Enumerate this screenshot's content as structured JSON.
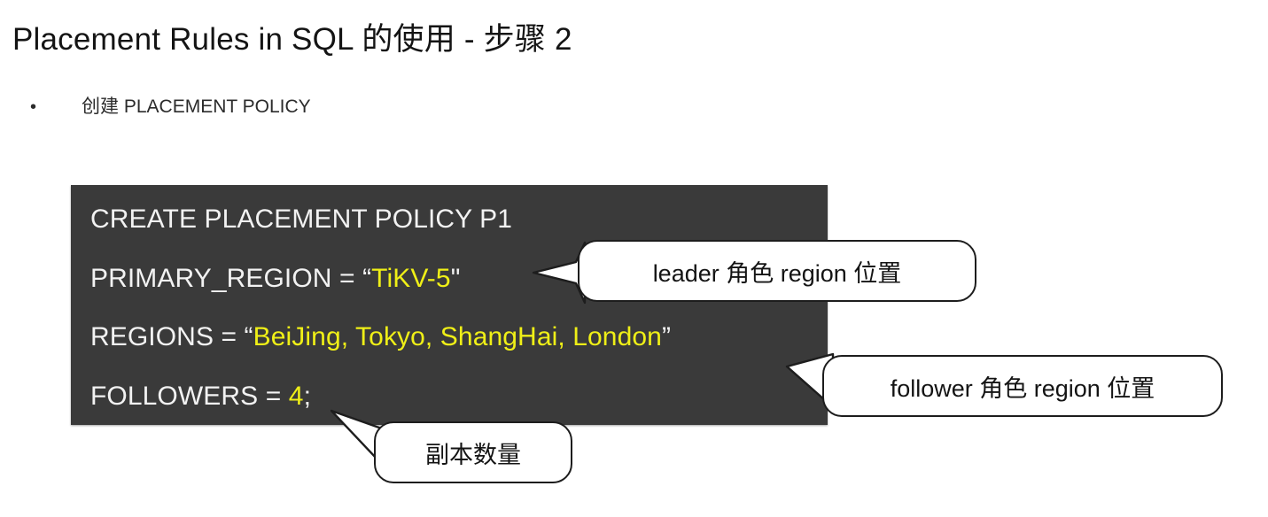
{
  "slide": {
    "title": "Placement Rules in SQL 的使用 - 步骤 2",
    "bullet_marker": "•",
    "bullet_text": "创建 PLACEMENT POLICY"
  },
  "code_block": {
    "background_color": "#3a3a3a",
    "text_color": "#f2f2f2",
    "highlight_color": "#efef17",
    "lines": [
      {
        "plain_before": "CREATE PLACEMENT POLICY P1",
        "quote_open": "",
        "highlight": "",
        "quote_close": "",
        "plain_after": ""
      },
      {
        "plain_before": "PRIMARY_REGION = ",
        "quote_open": "“",
        "highlight": "TiKV-5",
        "quote_close": "\"",
        "plain_after": ""
      },
      {
        "plain_before": "REGIONS = ",
        "quote_open": "“",
        "highlight": "BeiJing, Tokyo, ShangHai, London",
        "quote_close": "”",
        "plain_after": ""
      },
      {
        "plain_before": "FOLLOWERS = ",
        "quote_open": "",
        "highlight": "4",
        "quote_close": "",
        "plain_after": ";"
      }
    ]
  },
  "callouts": [
    {
      "id": "leader",
      "text": "leader 角色 region 位置"
    },
    {
      "id": "follower",
      "text": "follower 角色 region 位置"
    },
    {
      "id": "copies",
      "text": "副本数量"
    }
  ]
}
